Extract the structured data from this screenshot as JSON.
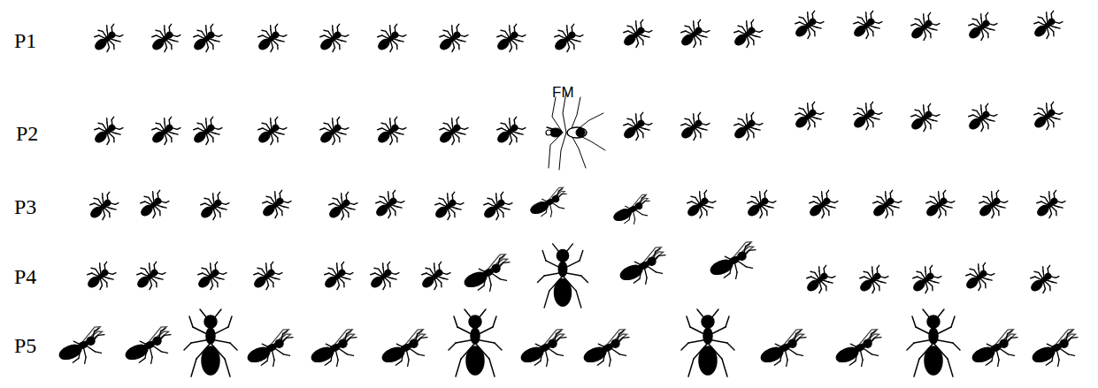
{
  "diagram": {
    "labels": [
      "P1",
      "P2",
      "P3",
      "P4",
      "P5",
      "FM"
    ]
  }
}
